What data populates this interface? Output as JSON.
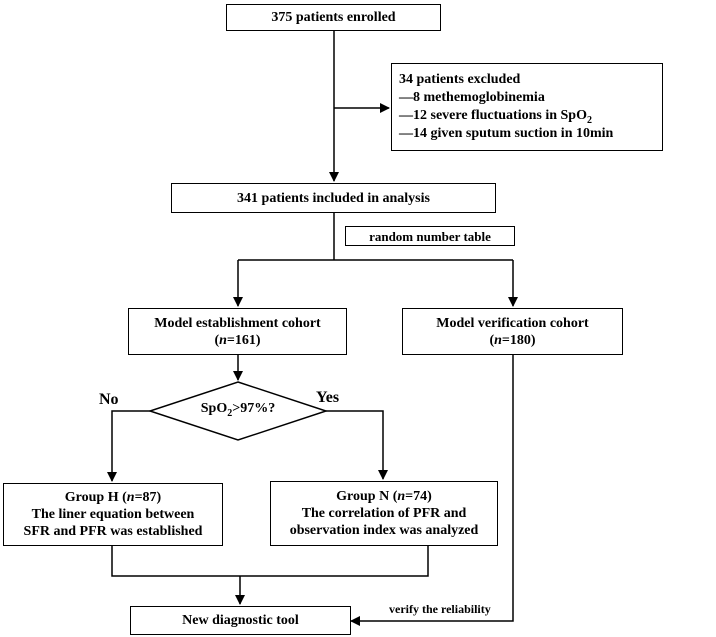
{
  "boxes": {
    "enrolled": "375 patients enrolled",
    "excluded": {
      "title": "34 patients excluded",
      "items": [
        "—8 methemoglobinemia",
        "—12 severe fluctuations in SpO",
        "—14 given sputum suction in 10min"
      ],
      "sub": "2"
    },
    "included": "341 patients included in analysis",
    "random": "random number table",
    "establishment": {
      "line1": "Model establishment cohort",
      "n_prefix": "(",
      "n_var": "n",
      "n_rest": "=161)"
    },
    "verification": {
      "line1": "Model verification cohort",
      "n_prefix": "(",
      "n_var": "n",
      "n_rest": "=180)"
    },
    "decision": {
      "pre": "SpO",
      "sub": "2",
      "post": ">97%?"
    },
    "groupH": {
      "title_pre": "Group H (",
      "n_var": "n",
      "title_post": "=87)",
      "line2": "The liner equation between",
      "line3": "SFR and PFR was established"
    },
    "groupN": {
      "title_pre": "Group N (",
      "n_var": "n",
      "title_post": "=74)",
      "line2": "The correlation of PFR and",
      "line3": "observation index was analyzed"
    },
    "tool": "New diagnostic tool"
  },
  "labels": {
    "no": "No",
    "yes": "Yes",
    "verify": "verify the reliability"
  }
}
